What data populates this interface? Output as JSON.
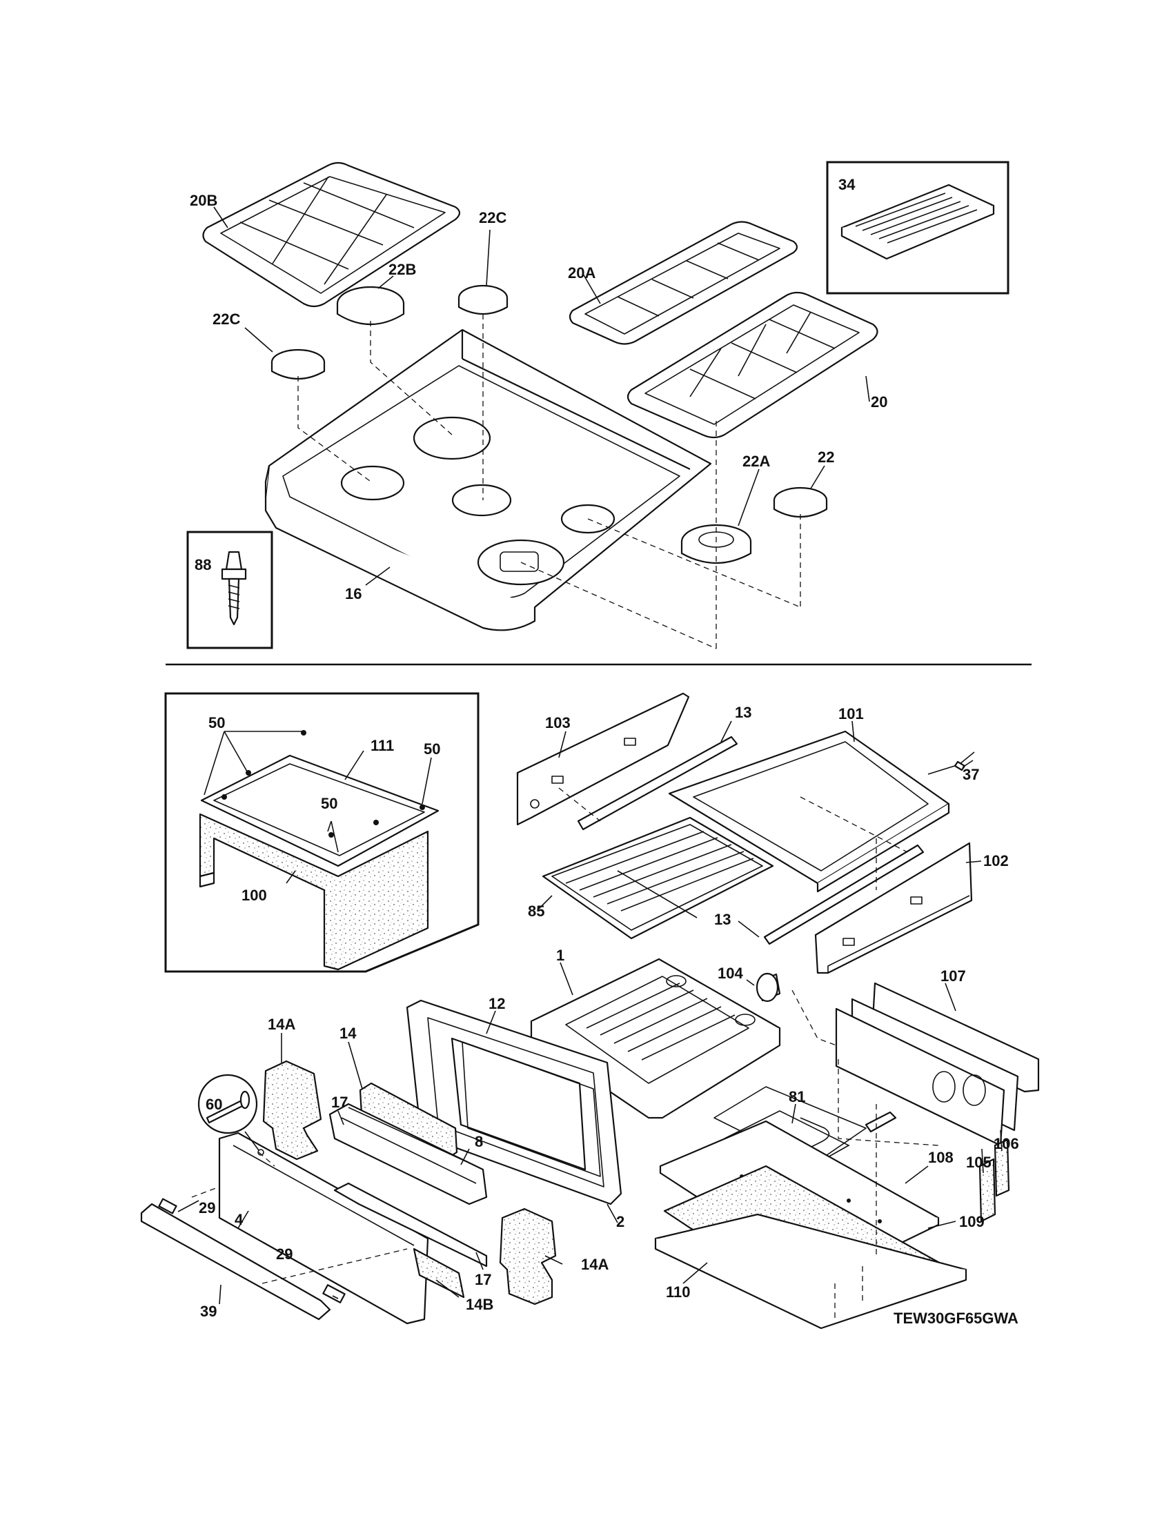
{
  "model_number": "TEW30GF65GWA",
  "part_labels": {
    "p20b": "20B",
    "p22b": "22B",
    "p22c_a": "22C",
    "p22c_b": "22C",
    "p20a": "20A",
    "p34": "34",
    "p20": "20",
    "p22a": "22A",
    "p22": "22",
    "p16": "16",
    "p88": "88",
    "p50_a": "50",
    "p50_b": "50",
    "p50_c": "50",
    "p111": "111",
    "p100": "100",
    "p103": "103",
    "p13_a": "13",
    "p101": "101",
    "p37": "37",
    "p102": "102",
    "p85": "85",
    "p13_b": "13",
    "p104": "104",
    "p1": "1",
    "p107": "107",
    "p12": "12",
    "p14a_a": "14A",
    "p14": "14",
    "p60": "60",
    "p17_a": "17",
    "p8": "8",
    "p81": "81",
    "p29_a": "29",
    "p29_b": "29",
    "p4": "4",
    "p39": "39",
    "p14b": "14B",
    "p17_b": "17",
    "p14a_b": "14A",
    "p2": "2",
    "p108": "108",
    "p109": "109",
    "p105": "105",
    "p106": "106",
    "p110": "110"
  }
}
